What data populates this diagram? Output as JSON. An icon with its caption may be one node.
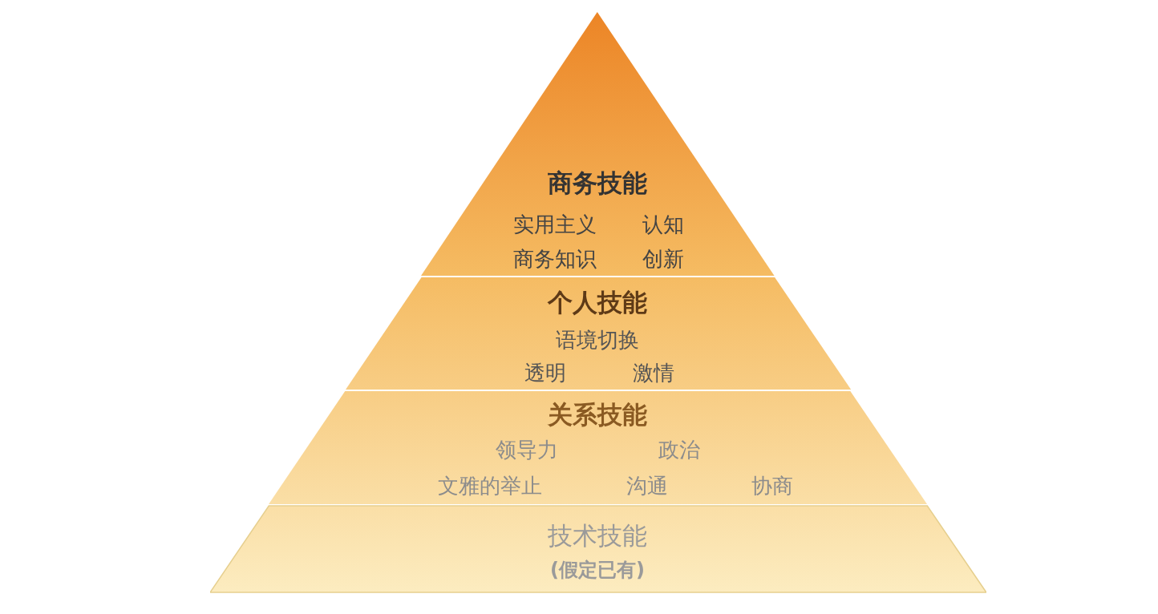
{
  "diagram": {
    "nodes": [
      {
        "text": [
          "商务技能",
          "实用主义",
          "认知",
          "商务知识",
          "创新"
        ]
      },
      {
        "text": [
          "个人技能",
          "语境切换",
          "透明",
          "激情"
        ]
      },
      {
        "text": [
          "关系技能",
          "领导力",
          "政治",
          "文雅的举止",
          "沟通",
          "协商"
        ]
      },
      {
        "text": [
          "技术技能",
          "(假定已有)"
        ]
      }
    ]
  }
}
